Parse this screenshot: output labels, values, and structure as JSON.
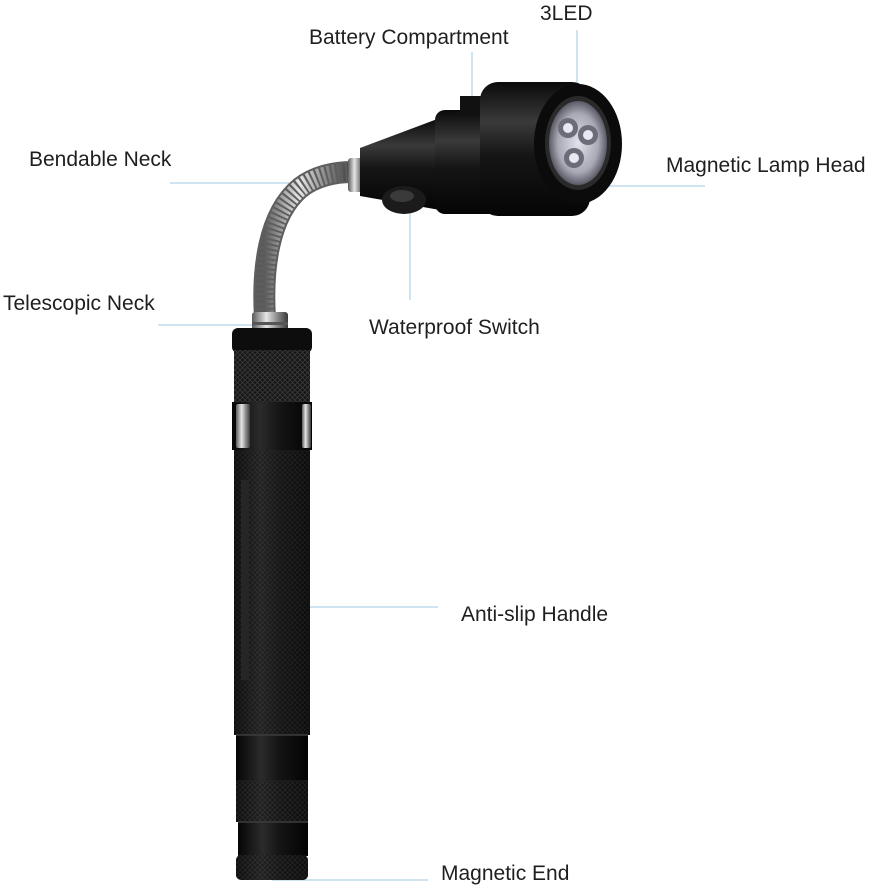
{
  "labels": {
    "led": "3LED",
    "battery_compartment": "Battery Compartment",
    "bendable_neck": "Bendable Neck",
    "magnetic_lamp_head": "Magnetic Lamp Head",
    "telescopic_neck": "Telescopic Neck",
    "waterproof_switch": "Waterproof Switch",
    "anti_slip_handle": "Anti-slip Handle",
    "magnetic_end": "Magnetic End"
  },
  "colors": {
    "leader_line": "#9ec9e2",
    "body": "#151515",
    "metal": "#9a9a9a",
    "led": "#c9c9d4"
  }
}
